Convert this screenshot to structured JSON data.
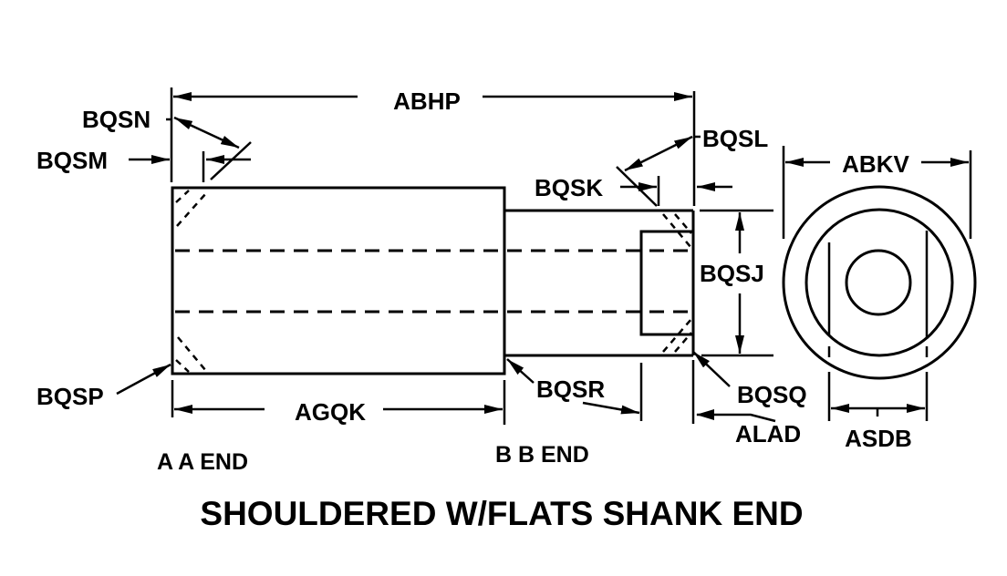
{
  "title": "SHOULDERED W/FLATS SHANK END",
  "end_labels": {
    "a_end": "A A END",
    "b_end": "B B END"
  },
  "dimensions": {
    "abhp": "ABHP",
    "bqsn": "BQSN",
    "bqsm": "BQSM",
    "bqsl": "BQSL",
    "bqsk": "BQSK",
    "abkv": "ABKV",
    "bqsj": "BQSJ",
    "bqsp": "BQSP",
    "agqk": "AGQK",
    "bqsr": "BQSR",
    "bqsq": "BQSQ",
    "alad": "ALAD",
    "asdb": "ASDB"
  },
  "colors": {
    "line": "#000000",
    "background": "#ffffff"
  }
}
